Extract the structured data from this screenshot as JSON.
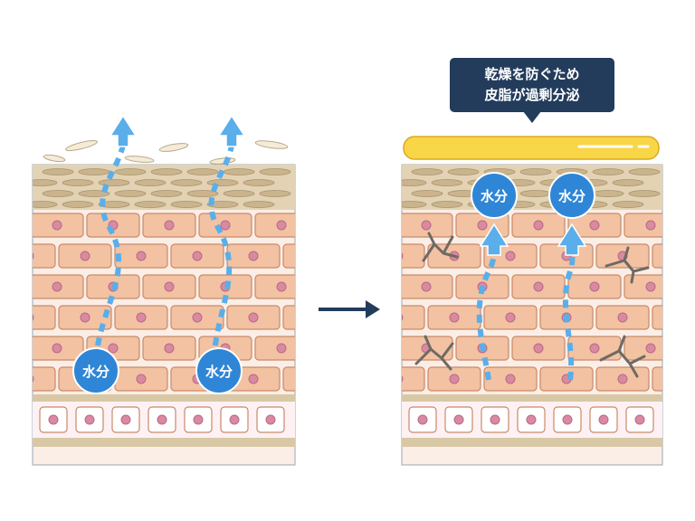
{
  "panels": {
    "left": {
      "water_labels": [
        "水分",
        "水分"
      ]
    },
    "right": {
      "callout": {
        "line1": "乾燥を防ぐため",
        "line2": "皮脂が過剰分泌"
      },
      "water_labels": [
        "水分",
        "水分"
      ]
    }
  },
  "colors": {
    "cell_fill": "#f2c2a2",
    "cell_stroke": "#c98a6a",
    "nucleus": "#d98aa0",
    "stratum_corneum": "#e3d3b4",
    "basal_band": "#d8c8a5",
    "water_blue": "#2f86d6",
    "arrow_blue": "#5aaeea",
    "sebum": "#f9d648",
    "callout_bg": "#233c5c",
    "arrow_navy": "#233c5c"
  },
  "icons": [
    "water-drop-icon",
    "up-arrow-icon",
    "right-arrow-icon",
    "crack-icon"
  ]
}
